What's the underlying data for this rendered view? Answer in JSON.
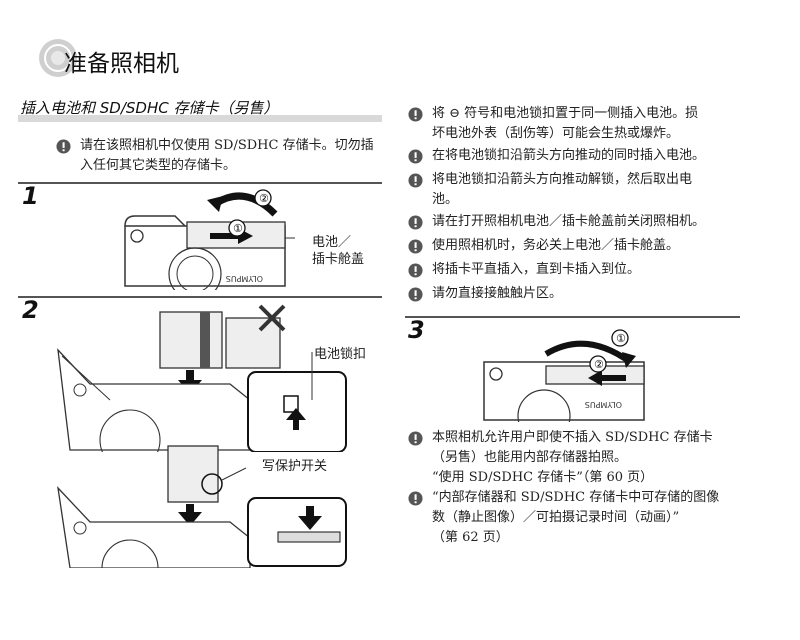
{
  "page_title": "准备照相机",
  "section_heading": "插入电池和 SD/SDHC 存储卡（另售）",
  "left_notes": [
    {
      "lines": [
        "请在该照相机中仅使用 SD/SDHC 存储卡。切勿插",
        "入任何其它类型的存储卡。"
      ]
    }
  ],
  "steps": {
    "step1": {
      "number": "1",
      "callout_lines": [
        "电池／",
        "插卡舱盖"
      ],
      "arrow_labels": [
        "①",
        "②"
      ]
    },
    "step2": {
      "number": "2",
      "callout_battery_lock": "电池锁扣",
      "callout_write_protect": "写保护开关"
    },
    "step3": {
      "number": "3",
      "arrow_labels": [
        "①",
        "②"
      ]
    }
  },
  "camera_brand": "OLYMPUS",
  "right_notes": [
    {
      "lines": [
        "将 ⊖ 符号和电池锁扣置于同一侧插入电池。损",
        "坏电池外表（刮伤等）可能会生热或爆炸。"
      ]
    },
    {
      "lines": [
        "在将电池锁扣沿箭头方向推动的同时插入电池。"
      ]
    },
    {
      "lines": [
        "将电池锁扣沿箭头方向推动解锁，然后取出电",
        "池。"
      ]
    },
    {
      "lines": [
        "请在打开照相机电池／插卡舱盖前关闭照相机。"
      ]
    },
    {
      "lines": [
        "使用照相机时，务必关上电池／插卡舱盖。"
      ]
    },
    {
      "lines": [
        "将插卡平直插入，直到卡插入到位。"
      ]
    },
    {
      "lines": [
        "请勿直接接触触片区。"
      ]
    }
  ],
  "bottom_notes": [
    {
      "lines": [
        "本照相机允许用户即使不插入 SD/SDHC 存储卡",
        "（另售）也能用内部存储器拍照。",
        "“使用 SD/SDHC 存储卡”（第 60 页）"
      ]
    },
    {
      "lines": [
        "“内部存储器和 SD/SDHC 存储卡中可存储的图像",
        "数（静止图像）／可拍摄记录时间（动画）”",
        "（第 62 页）"
      ]
    }
  ]
}
